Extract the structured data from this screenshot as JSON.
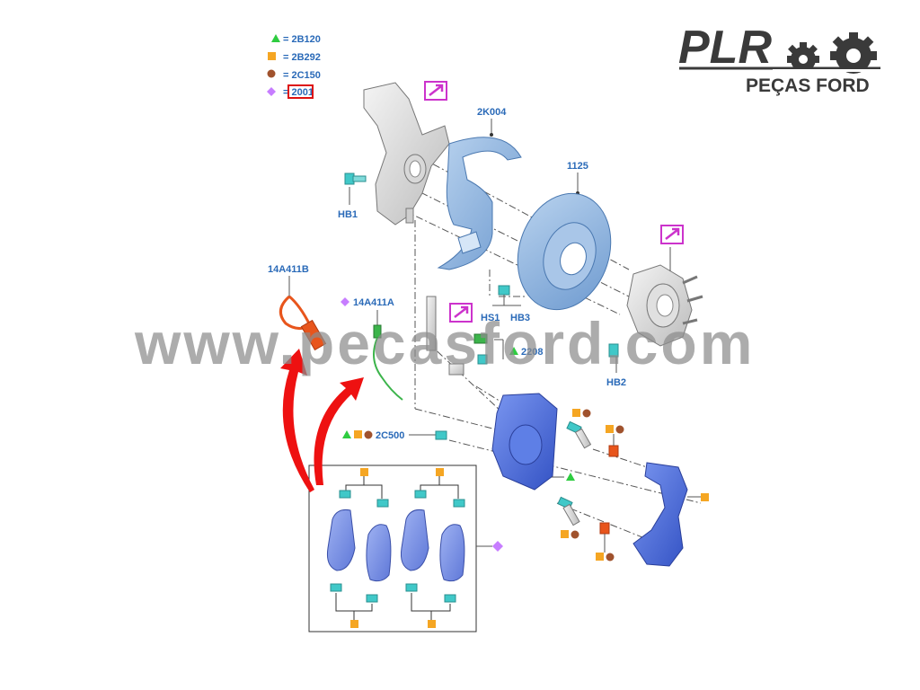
{
  "logo": {
    "main": "PLR",
    "sub": "PEÇAS FORD"
  },
  "watermark": "www.pecasford.com",
  "legend": [
    {
      "symbol": "triangle",
      "color": "#2ecc40",
      "code": "= 2B120"
    },
    {
      "symbol": "square",
      "color": "#f5a623",
      "code": "= 2B292"
    },
    {
      "symbol": "circle",
      "color": "#a0522d",
      "code": "= 2C150"
    },
    {
      "symbol": "diamond",
      "color": "#c77dff",
      "code": "= 2001"
    }
  ],
  "parts": {
    "shield": "2K004",
    "disc": "1125",
    "hub_bolt1": "HB1",
    "sensor_b": "14A411B",
    "sensor_a": "14A411A",
    "hs1": "HS1",
    "hb3": "HB3",
    "bleeder": "2208",
    "hb2": "HB2",
    "caliper_bolt": "2C500"
  },
  "colors": {
    "part_blue": "#7fa8d6",
    "caliper_blue": "#4a6fd8",
    "arrow_red": "#ee1111",
    "link_magenta": "#cc33cc",
    "fastener_teal": "#40c8c8"
  }
}
